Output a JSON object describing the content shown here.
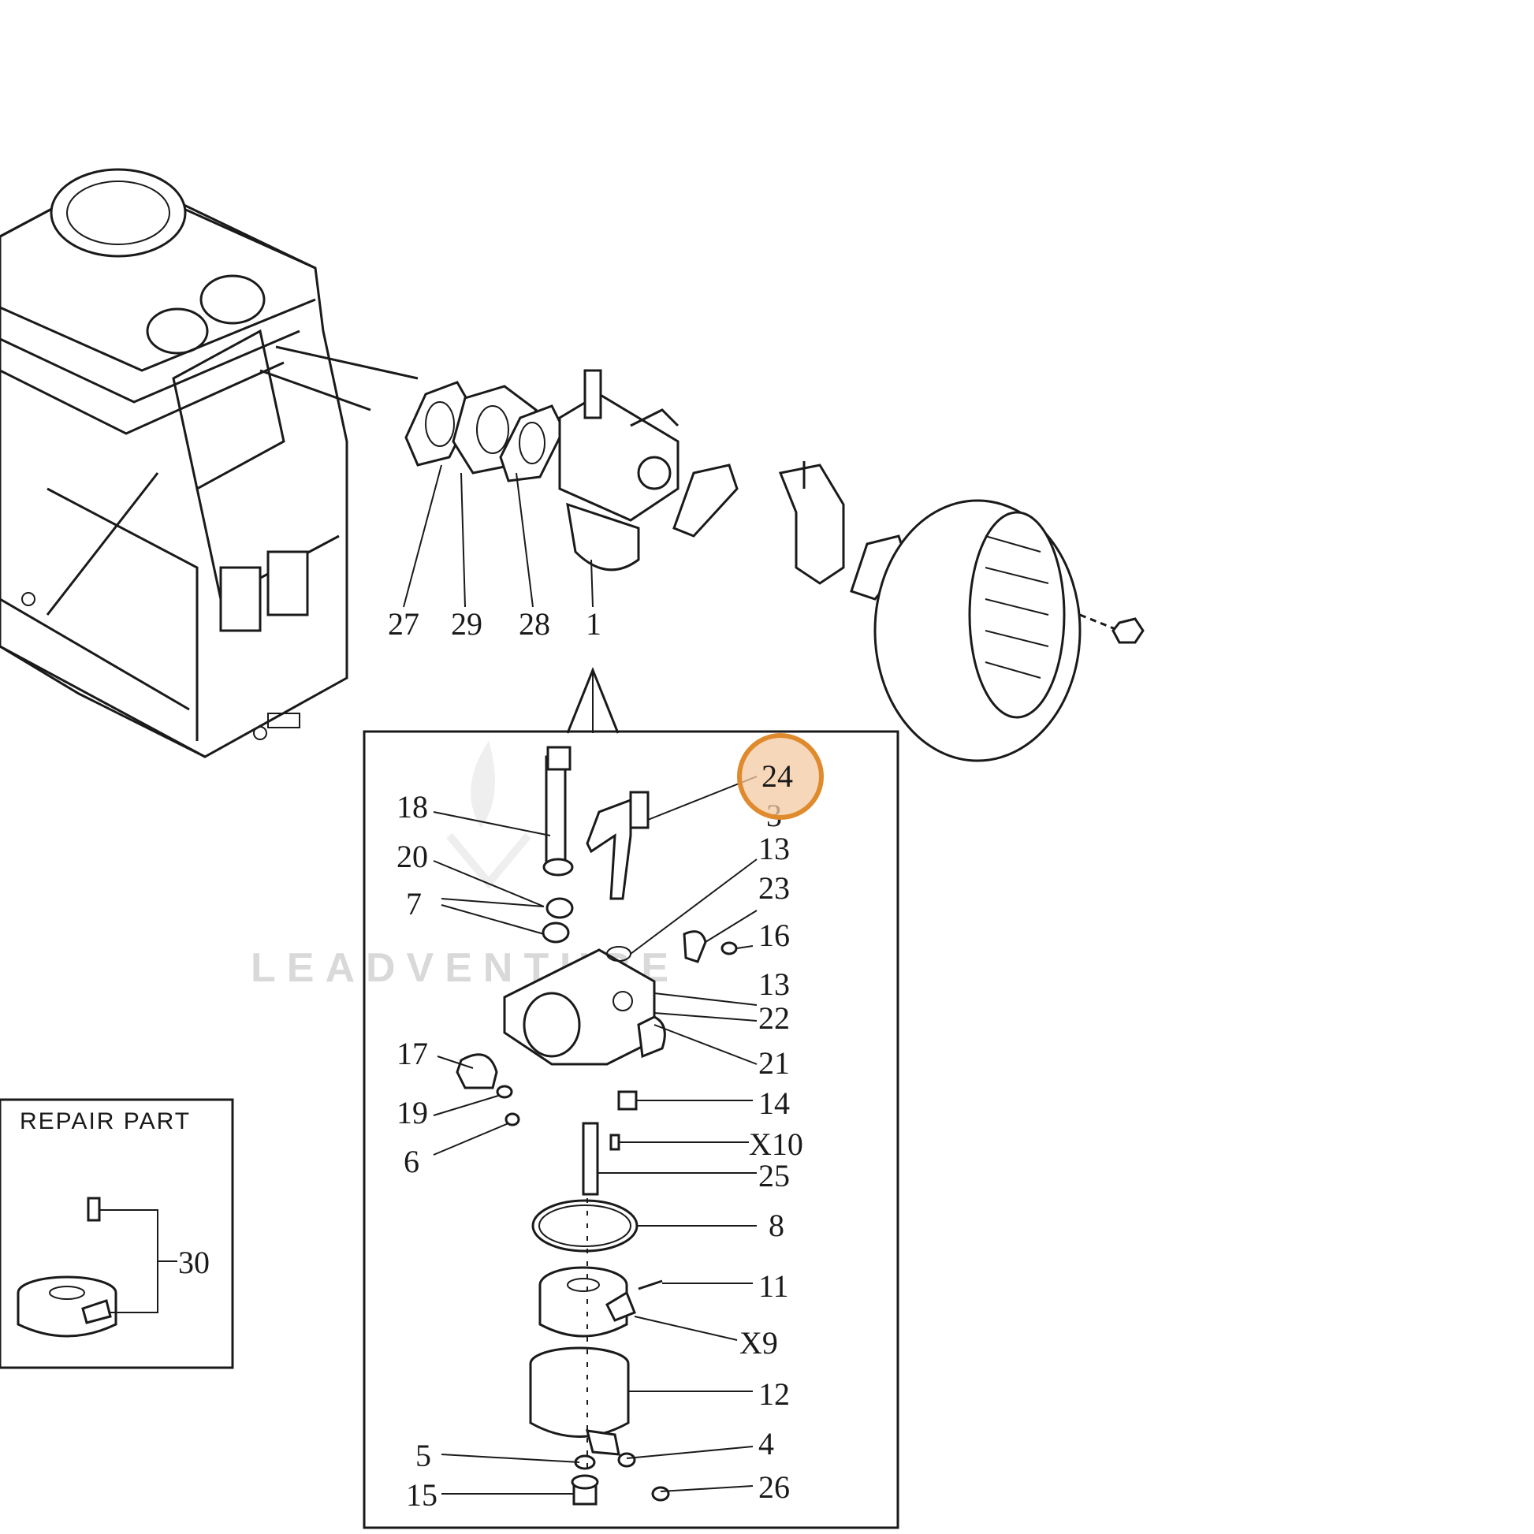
{
  "labels": {
    "top_row": [
      "27",
      "29",
      "28",
      "1"
    ],
    "detail": {
      "l18": "18",
      "l20": "20",
      "l7": "7",
      "l17": "17",
      "l19": "19",
      "l6": "6",
      "l5": "5",
      "l15": "15",
      "l24": "24",
      "l3": "3",
      "l13a": "13",
      "l23": "23",
      "l16": "16",
      "l13b": "13",
      "l22": "22",
      "l21": "21",
      "l14": "14",
      "l10": "X10",
      "l25": "25",
      "l8": "8",
      "l11": "11",
      "l9": "X9",
      "l12": "12",
      "l4": "4",
      "l26": "26"
    },
    "repair": {
      "title": "REPAIR PART",
      "l30": "30"
    }
  },
  "watermark": "LEADVENTURE",
  "highlight": {
    "label": "24",
    "color": "#e08a2e"
  }
}
